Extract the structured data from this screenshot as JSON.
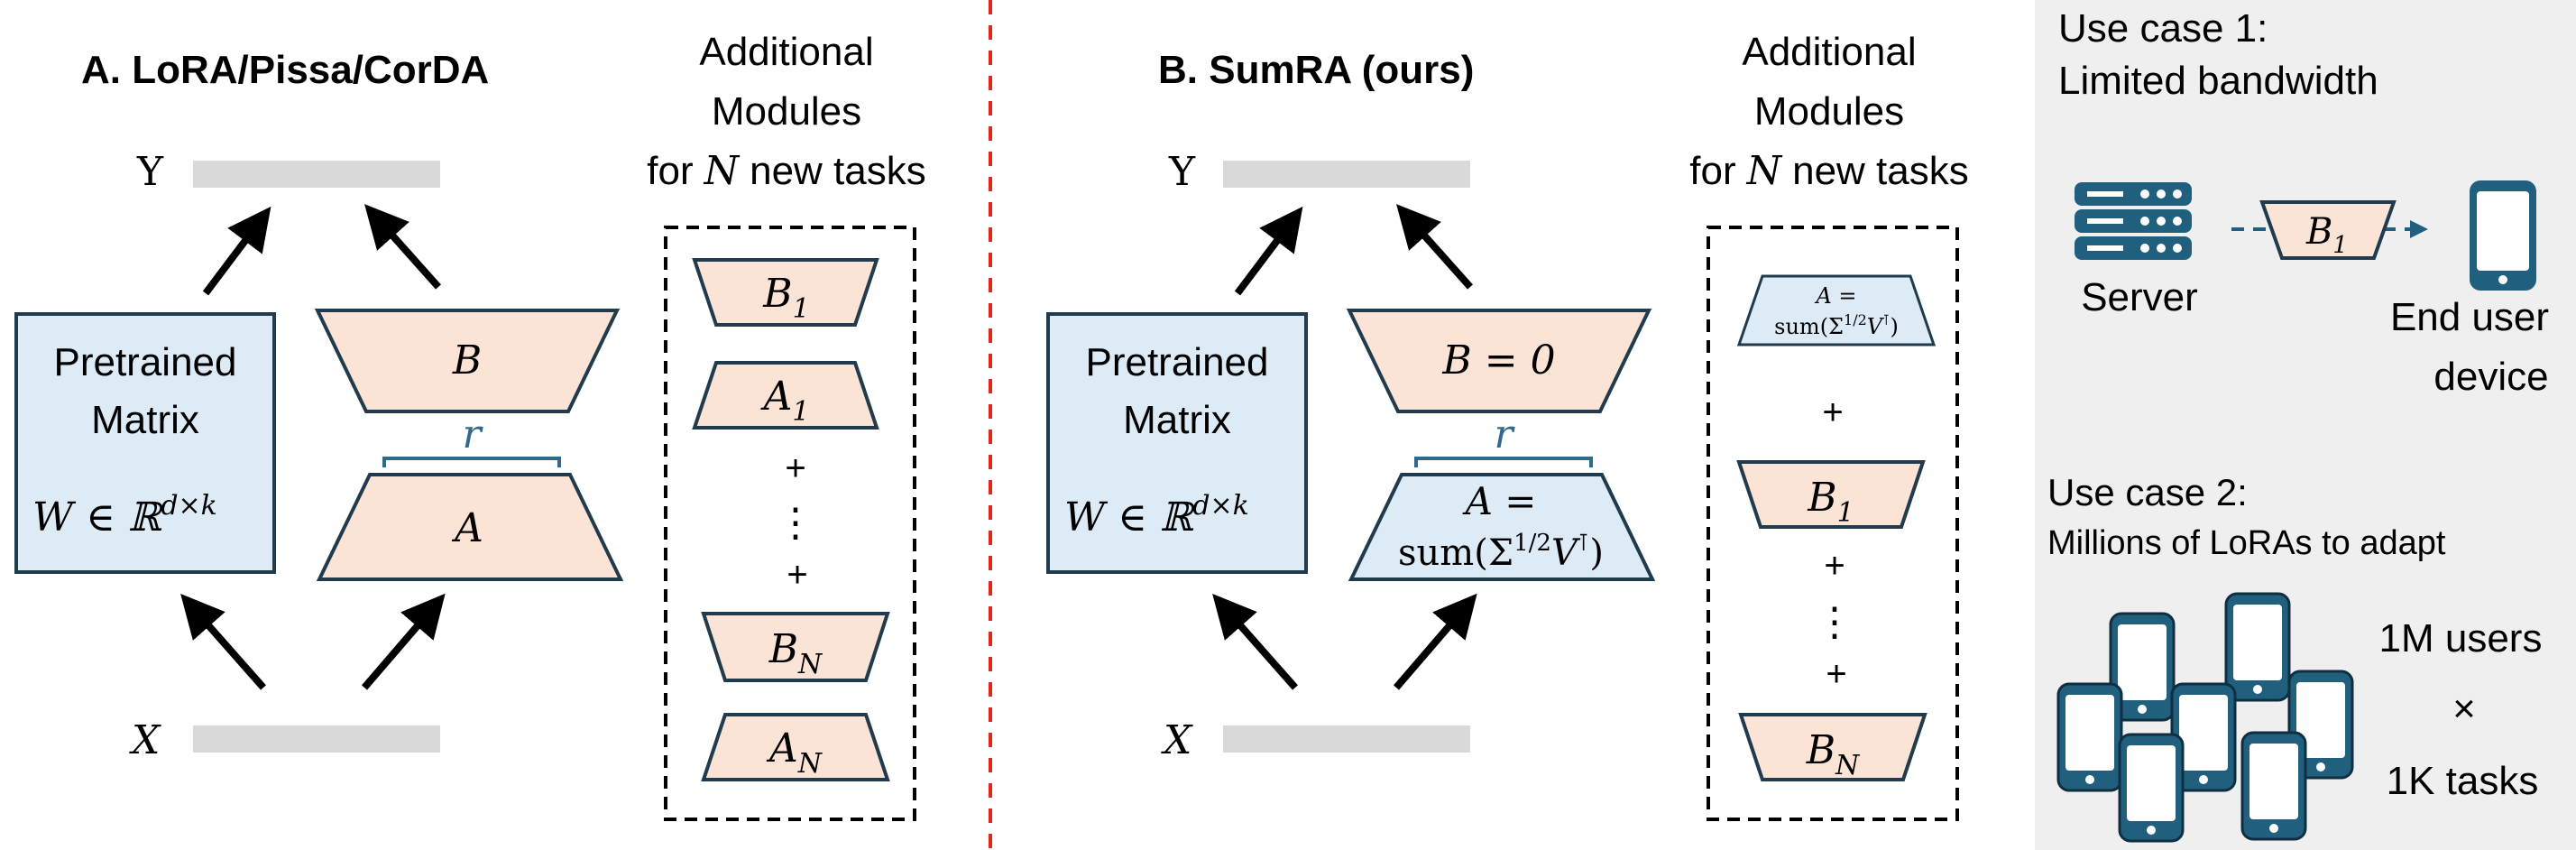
{
  "panel_a": {
    "title": "A. LoRA/Pissa/CorDA",
    "output_label": "Y",
    "input_label": "X",
    "pretrained": {
      "line1": "Pretrained",
      "line2": "Matrix",
      "formula": "W ∈ ℝ",
      "formula_sup": "d×k"
    },
    "matrix_b": "B",
    "rank": "r",
    "matrix_a": "A",
    "modules_header": [
      "Additional",
      "Modules",
      "for",
      "N",
      "new tasks"
    ],
    "modules": {
      "b1": "B",
      "b1_sub": "1",
      "a1": "A",
      "a1_sub": "1",
      "plus1": "+",
      "dots": "⋮",
      "plus2": "+",
      "bn": "B",
      "bn_sub": "N",
      "an": "A",
      "an_sub": "N"
    }
  },
  "panel_b": {
    "title": "B. SumRA (ours)",
    "output_label": "Y",
    "input_label": "X",
    "pretrained": {
      "line1": "Pretrained",
      "line2": "Matrix",
      "formula": "W ∈ ℝ",
      "formula_sup": "d×k"
    },
    "matrix_b": "B = 0",
    "rank": "r",
    "matrix_a_line1": "A =",
    "matrix_a_line2": "sum(Σ",
    "matrix_a_sup": "1/2",
    "matrix_a_line2b": "V",
    "matrix_a_sup2": "⊺",
    "matrix_a_line2c": ")",
    "modules_header": [
      "Additional",
      "Modules",
      "for",
      "N",
      "new tasks"
    ],
    "modules": {
      "a_line1": "A =",
      "a_line2": "sum(Σ",
      "a_sup": "1/2",
      "a_line2b": "V",
      "a_sup2": "⊺",
      "a_line2c": ")",
      "plus1": "+",
      "b1": "B",
      "b1_sub": "1",
      "plus2": "+",
      "dots": "⋮",
      "plus3": "+",
      "bn": "B",
      "bn_sub": "N"
    }
  },
  "use_cases": {
    "case1_line1": "Use case 1:",
    "case1_line2": "Limited bandwidth",
    "server_label": "Server",
    "module_label": "B",
    "module_sub": "1",
    "device_line1": "End user",
    "device_line2": "device",
    "case2_line1": "Use case 2:",
    "case2_line2": "Millions of LoRAs to adapt",
    "users": "1M users",
    "times": "×",
    "tasks": "1K tasks"
  },
  "colors": {
    "peach": "#FBE3D6",
    "blue_fill": "#DDEBF7",
    "stroke": "#1F3B4D",
    "gray_bar": "#D9D9D9",
    "panel_bg": "#EFEFEF",
    "red_divider": "#E8231E",
    "device_blue": "#215F7F",
    "rank_blue": "#2E6A8E"
  }
}
